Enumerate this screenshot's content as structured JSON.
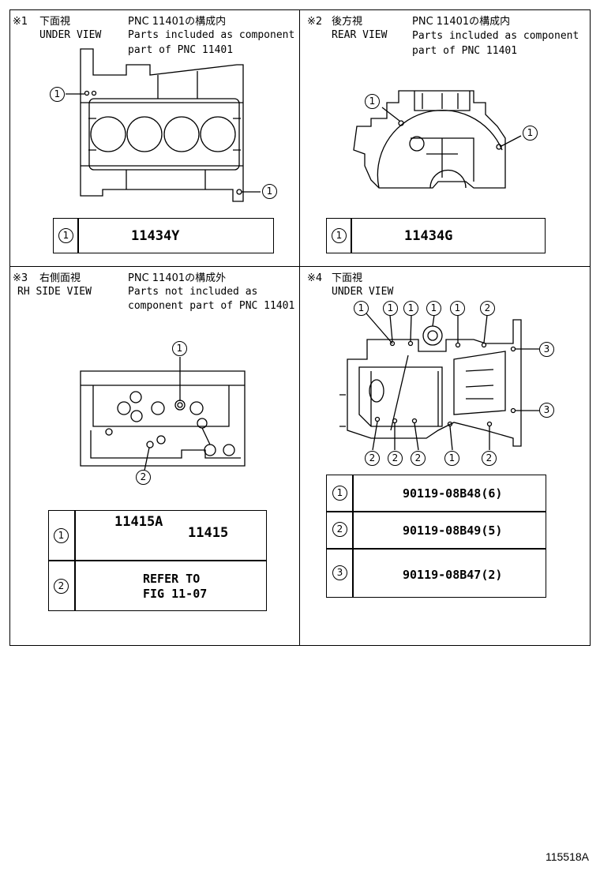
{
  "sections": [
    {
      "mark": "※1",
      "view_jp": "下面視",
      "view_en": "UNDER VIEW",
      "pnc_jp": "PNC 11401の構成内",
      "note_line1": "Parts included as component",
      "note_line2": "part of PNC 11401",
      "callouts": [
        "1",
        "1"
      ],
      "parts": [
        {
          "ref": "1",
          "part_no": "11434Y"
        }
      ]
    },
    {
      "mark": "※2",
      "view_jp": "後方視",
      "view_en": "REAR VIEW",
      "pnc_jp": "PNC 11401の構成内",
      "note_line1": "Parts included as component",
      "note_line2": "part of PNC 11401",
      "callouts": [
        "1",
        "1"
      ],
      "parts": [
        {
          "ref": "1",
          "part_no": "11434G"
        }
      ]
    },
    {
      "mark": "※3",
      "view_jp": "右側面視",
      "view_en": "RH SIDE VIEW",
      "pnc_jp": "PNC 11401の構成外",
      "note_line1": "Parts not included as",
      "note_line2": "component part of PNC 11401",
      "callouts": [
        "1",
        "2"
      ],
      "parts": [
        {
          "ref": "1",
          "part_no": "11415A",
          "assembly_no": "11415"
        },
        {
          "ref": "2",
          "refer_line1": "REFER TO",
          "refer_line2": "FIG 11-07"
        }
      ]
    },
    {
      "mark": "※4",
      "view_jp": "下面視",
      "view_en": "UNDER VIEW",
      "callouts_top": [
        "1",
        "1",
        "1",
        "1",
        "1",
        "2"
      ],
      "callouts_right": [
        "3",
        "3"
      ],
      "callouts_bottom": [
        "2",
        "2",
        "2",
        "1",
        "2"
      ],
      "parts": [
        {
          "ref": "1",
          "part_no": "90119-08B48(6)"
        },
        {
          "ref": "2",
          "part_no": "90119-08B49(5)"
        },
        {
          "ref": "3",
          "part_no": "90119-08B47(2)"
        }
      ]
    }
  ],
  "figure_number": "115518A"
}
